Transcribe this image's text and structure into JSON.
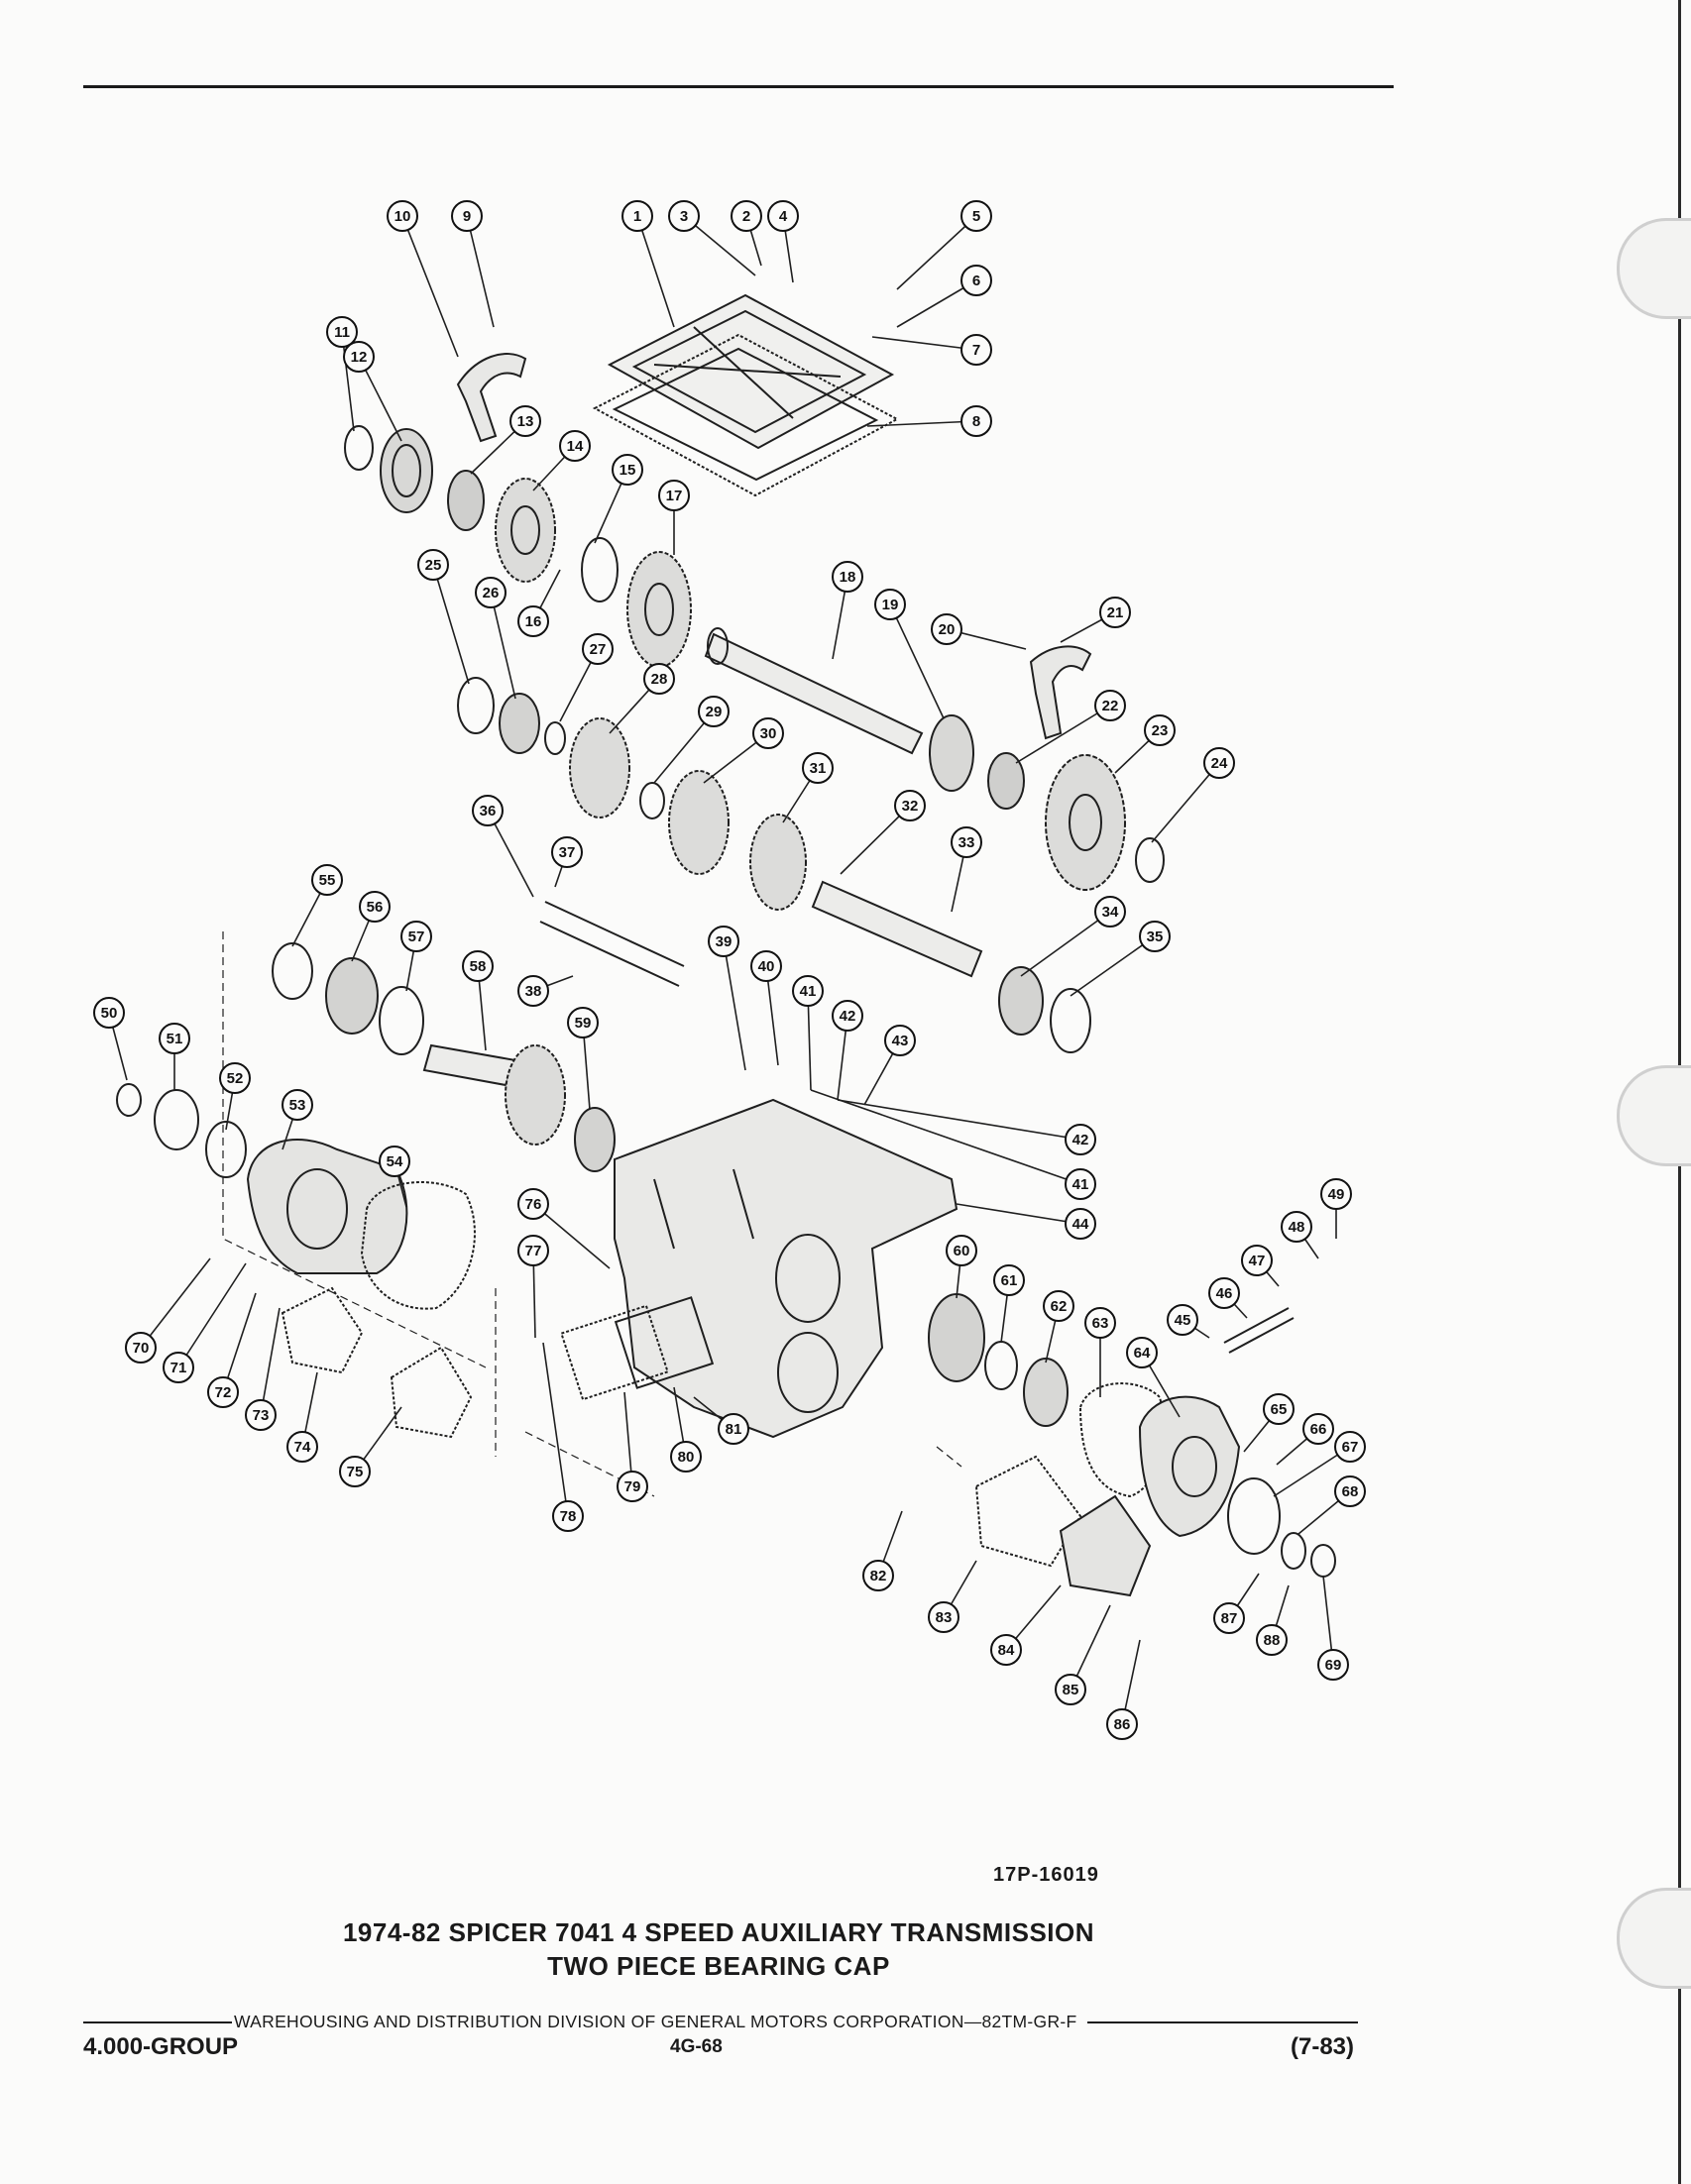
{
  "diagram": {
    "figure_code": "17P-16019",
    "callouts": [
      "1",
      "2",
      "3",
      "4",
      "5",
      "6",
      "7",
      "8",
      "9",
      "10",
      "11",
      "12",
      "13",
      "14",
      "15",
      "16",
      "17",
      "18",
      "19",
      "20",
      "21",
      "22",
      "23",
      "24",
      "25",
      "26",
      "27",
      "28",
      "29",
      "30",
      "31",
      "32",
      "33",
      "34",
      "35",
      "36",
      "37",
      "38",
      "39",
      "40",
      "41",
      "42",
      "42",
      "41",
      "43",
      "44",
      "45",
      "46",
      "47",
      "48",
      "49",
      "50",
      "51",
      "52",
      "53",
      "54",
      "55",
      "56",
      "57",
      "58",
      "59",
      "60",
      "61",
      "62",
      "63",
      "64",
      "65",
      "66",
      "67",
      "68",
      "69",
      "70",
      "71",
      "72",
      "73",
      "74",
      "75",
      "76",
      "77",
      "78",
      "79",
      "80",
      "81",
      "82",
      "83",
      "84",
      "85",
      "86",
      "87",
      "88"
    ]
  },
  "caption": {
    "line1": "1974-82 SPICER 7041 4 SPEED AUXILIARY TRANSMISSION",
    "line2": "TWO PIECE BEARING CAP"
  },
  "footer": {
    "publisher": "WAREHOUSING AND DISTRIBUTION DIVISION OF GENERAL MOTORS CORPORATION—82TM-GR-F",
    "group": "4.000-GROUP",
    "page": "4G-68",
    "revision": "(7-83)"
  }
}
